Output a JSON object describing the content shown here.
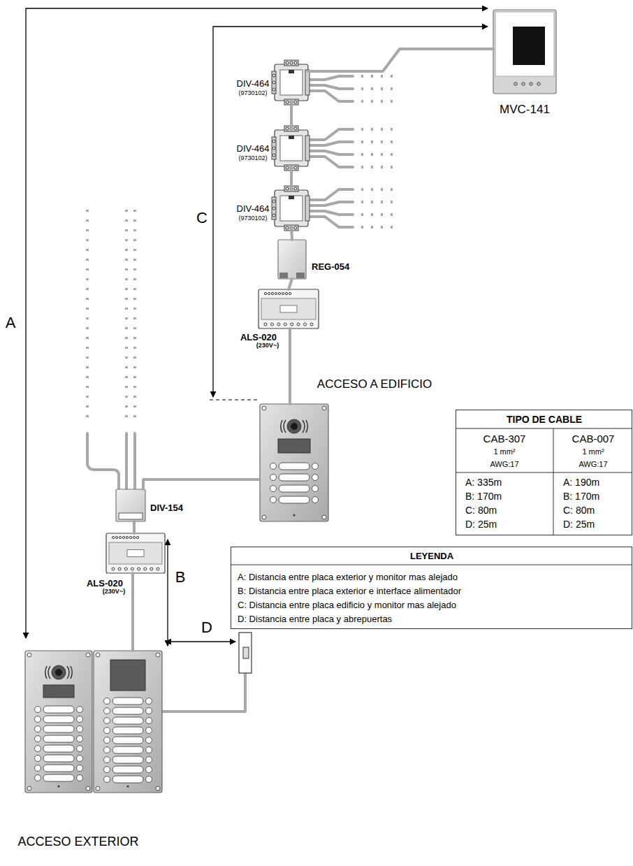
{
  "diagram": {
    "nodes": [
      {
        "text": [
          "MVC-141"
        ]
      },
      {
        "text": [
          "DIV-464",
          "(9730102)"
        ]
      },
      {
        "text": [
          "DIV-464",
          "(9730102)"
        ]
      },
      {
        "text": [
          "DIV-464",
          "(9730102)"
        ]
      },
      {
        "text": [
          "REG-054"
        ]
      },
      {
        "text": [
          "ALS-020",
          "(230V~)"
        ]
      },
      {
        "text": [
          "ACCESO A EDIFICIO"
        ]
      },
      {
        "text": [
          "DIV-154"
        ]
      },
      {
        "text": [
          "ALS-020",
          "(230V~)"
        ]
      },
      {
        "text": [
          "ACCESO EXTERIOR"
        ]
      },
      {
        "text": [
          "TIPO DE CABLE"
        ]
      },
      {
        "text": [
          "LEYENDA"
        ]
      }
    ],
    "edges": [
      {
        "from": 0,
        "to": 1,
        "arrow": "none"
      },
      {
        "from": 1,
        "to": 2,
        "arrow": "none"
      },
      {
        "from": 2,
        "to": 3,
        "arrow": "none"
      },
      {
        "from": 3,
        "to": 4,
        "arrow": "none"
      },
      {
        "from": 4,
        "to": 5,
        "arrow": "none"
      },
      {
        "from": 5,
        "to": 6,
        "arrow": "none"
      },
      {
        "from": 6,
        "to": 7,
        "arrow": "none"
      },
      {
        "from": 7,
        "to": 8,
        "arrow": "none"
      },
      {
        "from": 8,
        "to": 9,
        "arrow": "none"
      }
    ],
    "labels": [
      "A",
      "B",
      "C",
      "D",
      "CAB-307",
      "1 mm²",
      "AWG:17",
      "CAB-007",
      "1 mm²",
      "AWG:17",
      "A: 335m",
      "B: 170m",
      "C: 80m",
      "D: 25m",
      "A: 190m",
      "B: 170m",
      "C: 80m",
      "D: 25m"
    ],
    "legend": [
      {
        "text": "A: Distancia entre placa exterior y monitor mas alejado"
      },
      {
        "text": "B: Distancia entre placa exterior e interface alimentador"
      },
      {
        "text": "C: Distancia entre placa edificio y monitor mas alejado"
      },
      {
        "text": "D: Distancia entre placa y abrepuertas"
      }
    ]
  }
}
